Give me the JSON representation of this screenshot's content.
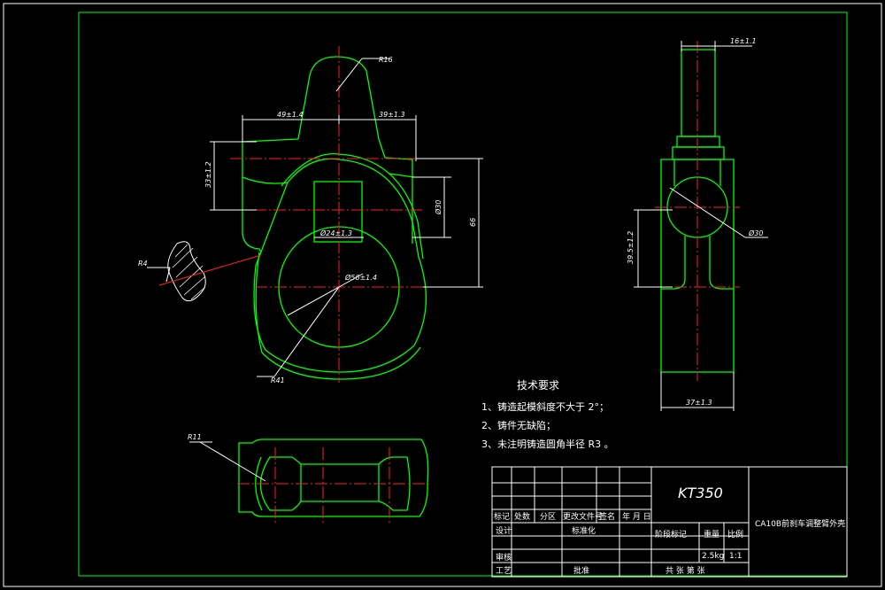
{
  "dimensions": {
    "r16": "R16",
    "d49": "49±1.4",
    "d39": "39±1.3",
    "d33": "33±1.2",
    "d30": "Ø30",
    "d66": "66",
    "d24": "Ø24±1.3",
    "d56": "Ø56±1.4",
    "r4": "R4",
    "r41": "R41",
    "d16": "16±1.1",
    "d395": "39.5±1.2",
    "d30b": "Ø30",
    "d37": "37±1.3",
    "r11": "R11"
  },
  "notes": {
    "title": "技术要求",
    "line1": "1、铸造起模斜度不大于 2°；",
    "line2": "2、铸件无缺陷；",
    "line3": "3、未注明铸造圆角半径 R3 。"
  },
  "title_block": {
    "material": "KT350",
    "drawing_name": "CA10B前刹车调整臂外壳",
    "mark": "标记",
    "count": "处数",
    "zone": "分区",
    "change_doc": "更改文件号",
    "signature": "签名",
    "date": "年 月 日",
    "design": "设计",
    "standardize": "标准化",
    "stage_mark": "阶段标记",
    "weight": "重量",
    "scale": "比例",
    "weight_val": "2.5kg",
    "scale_val": "1:1",
    "review": "审核",
    "process": "工艺",
    "approve": "批准",
    "sheets": "共   张   第   张"
  }
}
